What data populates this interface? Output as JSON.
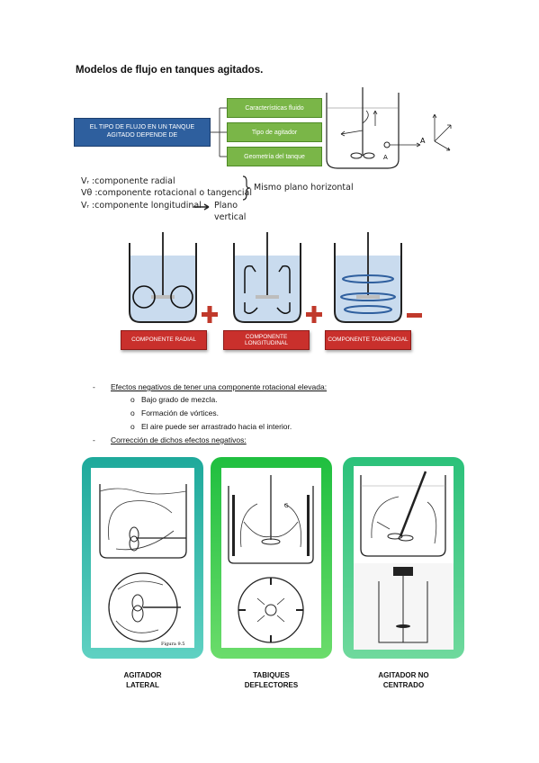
{
  "title": "Modelos de flujo en tanques agitados.",
  "concept_map": {
    "main": "EL TIPO DE FLUJO EN UN TANQUE AGITADO DEPENDE DE",
    "branches": [
      "Características fluido",
      "Tipo de agitador",
      "Geometría del tanque"
    ]
  },
  "tank_labels": {
    "point": "A"
  },
  "components": {
    "vr": "Vᵣ :componente radial",
    "vt": "Vθ :componente rotacional o tangencial",
    "vz": "Vᵣ :componente longitudinal",
    "vz_note_1": "Plano",
    "vz_note_2": "vertical",
    "brace_note": "Mismo plano horizontal"
  },
  "flow_types": [
    {
      "label": "COMPONENTE RADIAL",
      "sign": "+"
    },
    {
      "label": "COMPONENTE LONGITUDINAL",
      "sign": "+"
    },
    {
      "label": "COMPONENTE TANGENCIAL",
      "sign": "−"
    }
  ],
  "notes": {
    "negatives_title": "Efectos negativos de tener una componente rotacional elevada:",
    "negatives": [
      "Bajo grado de mezcla.",
      "Formación de vórtices.",
      "El aire puede ser arrastrado hacia el interior."
    ],
    "correction_title": "Corrección de dichos efectos negativos:",
    "dash": "-",
    "bullet": "o"
  },
  "solutions": [
    {
      "caption_1": "AGITADOR",
      "caption_2": "LATERAL",
      "figure_label": "Figura 9.5",
      "frame_color": "#2bb5a8"
    },
    {
      "caption_1": "TABIQUES",
      "caption_2": "DEFLECTORES",
      "figure_label": "G",
      "frame_color": "#2fc24f"
    },
    {
      "caption_1": "AGITADOR NO",
      "caption_2": "CENTRADO",
      "figure_label": "",
      "frame_color": "#34c27e"
    }
  ]
}
